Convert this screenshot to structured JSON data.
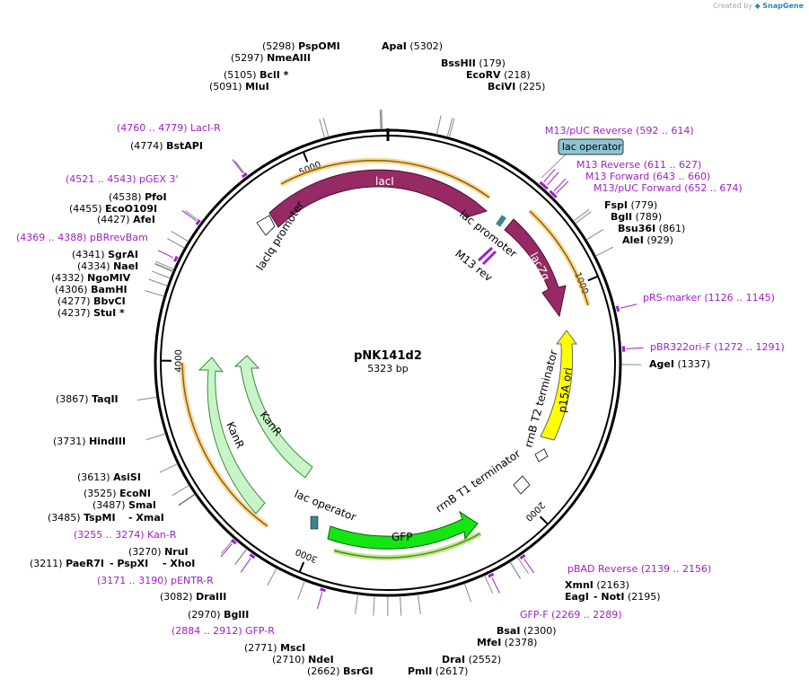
{
  "credit": {
    "prefix": "Created by",
    "brand": "SnapGene"
  },
  "plasmid": {
    "name": "pNK141d2",
    "size_label": "5323 bp",
    "length": 5323
  },
  "ruler": [
    {
      "pos": 1000,
      "label": "1000"
    },
    {
      "pos": 2000,
      "label": "2000"
    },
    {
      "pos": 3000,
      "label": "3000"
    },
    {
      "pos": 4000,
      "label": "4000"
    },
    {
      "pos": 5000,
      "label": "5000"
    }
  ],
  "colors": {
    "lacI": "#962a64",
    "lacZa": "#962a64",
    "kanr": "#c8f5c8",
    "gfp": "#14e614",
    "p15a": "#ffff00",
    "lacop": "#3a8595",
    "orf": "#f5a623",
    "primer": "#a020c8",
    "cut": "#000000"
  },
  "enzymes": [
    {
      "num": "(5298)",
      "name": "PspOMI",
      "pos": 5298
    },
    {
      "num": "",
      "name": "ApaI",
      "num2": "(5302)",
      "pos": 5302
    },
    {
      "num": "(5297)",
      "name": "NmeAIII",
      "pos": 5297
    },
    {
      "num": "",
      "name": "BssHII",
      "num2": "(179)",
      "pos": 179
    },
    {
      "num": "(5105)",
      "name": "BclI *",
      "pos": 5105
    },
    {
      "num": "",
      "name": "EcoRV",
      "num2": "(218)",
      "pos": 218
    },
    {
      "num": "(5091)",
      "name": "MluI",
      "pos": 5091
    },
    {
      "num": "",
      "name": "BciVI",
      "num2": "(225)",
      "pos": 225
    },
    {
      "num": "(4774)",
      "name": "BstAPI",
      "pos": 4774
    },
    {
      "num": "",
      "name": "FspI",
      "num2": "(779)",
      "pos": 779
    },
    {
      "num": "(4538)",
      "name": "PfoI",
      "pos": 4538
    },
    {
      "num": "",
      "name": "BglI",
      "num2": "(789)",
      "pos": 789
    },
    {
      "num": "(4455)",
      "name": "EcoO109I",
      "pos": 4455
    },
    {
      "num": "",
      "name": "Bsu36I",
      "num2": "(861)",
      "pos": 861
    },
    {
      "num": "(4427)",
      "name": "AfeI",
      "pos": 4427
    },
    {
      "num": "",
      "name": "AleI",
      "num2": "(929)",
      "pos": 929
    },
    {
      "num": "(4341)",
      "name": "SgrAI",
      "pos": 4341
    },
    {
      "num": "(4334)",
      "name": "NaeI",
      "pos": 4334
    },
    {
      "num": "(4332)",
      "name": "NgoMIV",
      "pos": 4332
    },
    {
      "num": "(4306)",
      "name": "BamHI",
      "pos": 4306
    },
    {
      "num": "(4277)",
      "name": "BbvCI",
      "pos": 4277
    },
    {
      "num": "(4237)",
      "name": "StuI *",
      "pos": 4237
    },
    {
      "num": "",
      "name": "AgeI",
      "num2": "(1337)",
      "pos": 1337
    },
    {
      "num": "(3867)",
      "name": "TaqII",
      "pos": 3867
    },
    {
      "num": "(3731)",
      "name": "HindIII",
      "pos": 3731
    },
    {
      "num": "(3613)",
      "name": "AsiSI",
      "pos": 3613
    },
    {
      "num": "(3525)",
      "name": "EcoNI",
      "pos": 3525
    },
    {
      "num": "(3487)",
      "name": "SmaI",
      "pos": 3487
    },
    {
      "num": "(3485)",
      "name": "TspMI",
      "pos": 3485
    },
    {
      "num": "",
      "name": "- XmaI",
      "pos": 3485
    },
    {
      "num": "(3270)",
      "name": "NruI",
      "pos": 3270
    },
    {
      "num": "(3211)",
      "name": "PaeR7I",
      "pos": 3211
    },
    {
      "num": "",
      "name": "- PspXI",
      "pos": 3211
    },
    {
      "num": "",
      "name": "- XhoI",
      "pos": 3211
    },
    {
      "num": "(3082)",
      "name": "DraIII",
      "pos": 3082
    },
    {
      "num": "(2970)",
      "name": "BglII",
      "pos": 2970
    },
    {
      "num": "(2771)",
      "name": "MscI",
      "pos": 2771
    },
    {
      "num": "(2710)",
      "name": "NdeI",
      "pos": 2710
    },
    {
      "num": "(2662)",
      "name": "BsrGI",
      "pos": 2662
    },
    {
      "num": "",
      "name": "PmlI",
      "num2": "(2617)",
      "pos": 2617
    },
    {
      "num": "",
      "name": "DraI",
      "num2": "(2552)",
      "pos": 2552
    },
    {
      "num": "",
      "name": "BsaI",
      "num2": "(2300)",
      "pos": 2300
    },
    {
      "num": "",
      "name": "MfeI",
      "num2": "(2378)",
      "pos": 2378
    },
    {
      "num": "",
      "name": "XmnI",
      "num2": "(2163)",
      "pos": 2163
    },
    {
      "num": "",
      "name": "EagI",
      "num2": "",
      "pos": 2195
    },
    {
      "num": "",
      "name": "- NotI",
      "num2": "(2195)",
      "pos": 2195
    }
  ],
  "primers": [
    {
      "label": "(4760 .. 4779)  LacI-R",
      "pos": 4770
    },
    {
      "label": "(4521 .. 4543)  pGEX 3'",
      "pos": 4532
    },
    {
      "label": "(4369 .. 4388)  pBRrevBam",
      "pos": 4378
    },
    {
      "label": "M13/pUC Reverse     (592 .. 614)",
      "pos": 603
    },
    {
      "label": "M13 Reverse     (611 .. 627)",
      "pos": 619
    },
    {
      "label": "M13 Forward     (643 .. 660)",
      "pos": 651
    },
    {
      "label": "M13/pUC Forward     (652 .. 674)",
      "pos": 663
    },
    {
      "label": "pRS-marker     (1126 .. 1145)",
      "pos": 1135
    },
    {
      "label": "pBR322ori-F     (1272 .. 1291)",
      "pos": 1281
    },
    {
      "label": "(3255 .. 3274)  Kan-R",
      "pos": 3264
    },
    {
      "label": "(3171 .. 3190)  pENTR-R",
      "pos": 3180
    },
    {
      "label": "(2884 .. 2912)  GFP-R",
      "pos": 2898
    },
    {
      "label": "pBAD Reverse     (2139 .. 2156)",
      "pos": 2147
    },
    {
      "label": "GFP-F     (2269 .. 2289)",
      "pos": 2279
    }
  ],
  "features": {
    "lacI": "lacI",
    "lacIq_promoter": "lacIq promoter",
    "lac_promoter": "lac promoter",
    "lacZa": "lacZα",
    "m13_rev": "M13 rev",
    "lac_operator_box": "lac operator",
    "p15a_ori": "p15A ori",
    "rrnb_t2": "rrnB T2 terminator",
    "rrnb_t1": "rrnB T1 terminator",
    "gfp": "GFP",
    "lac_operator_low": "lac operator",
    "kanr_outer": "KanR",
    "kanr_inner": "KanR"
  }
}
